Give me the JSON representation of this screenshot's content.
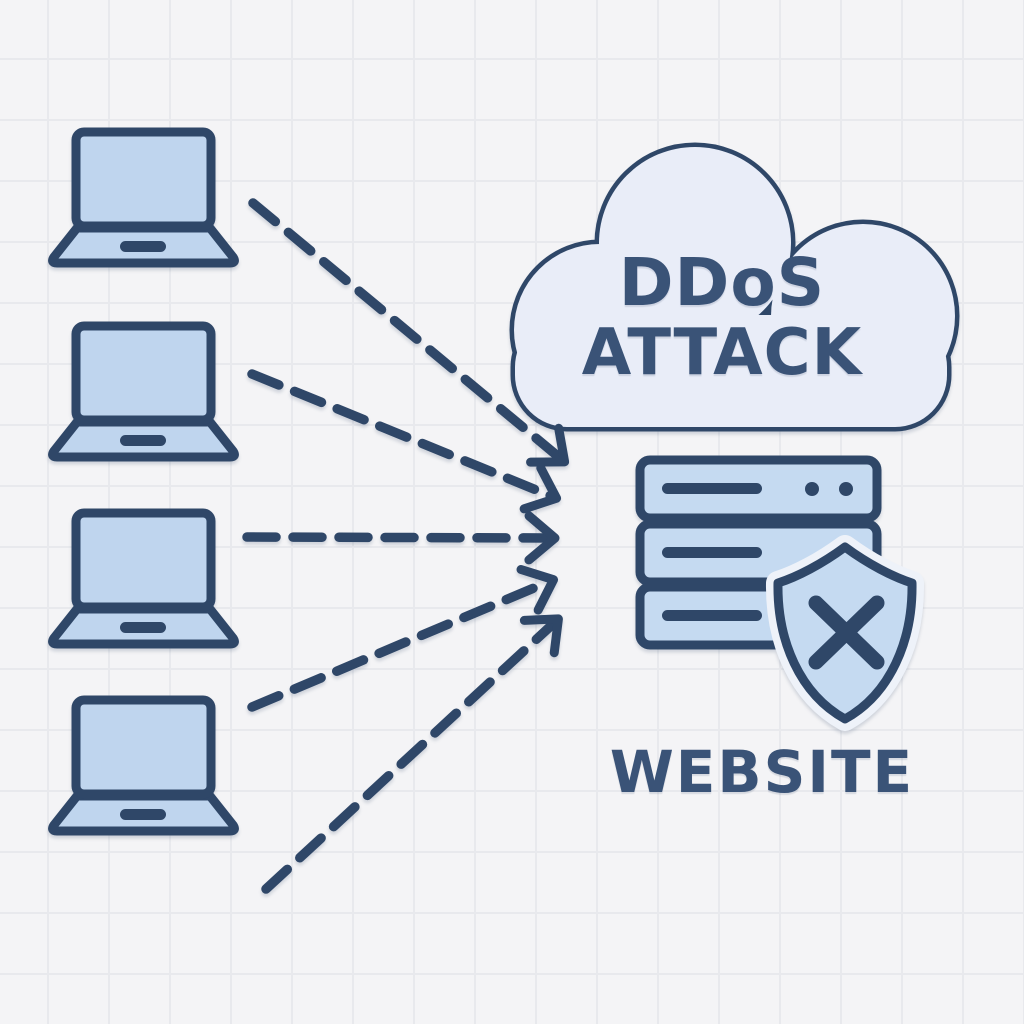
{
  "diagram": {
    "cloud_label": {
      "line1": "DDoS",
      "line2": "ATTACK"
    },
    "target_label": "WEBSITE",
    "attacker_laptop_count": 4,
    "attack_arrow_count": 5
  },
  "icons": [
    "laptop-icon",
    "attack-arrow",
    "ddos-cloud-icon",
    "server-icon",
    "shield-icon",
    "x-icon"
  ],
  "colors": {
    "background": "#F4F4F6",
    "grid_line": "#E8E9ED",
    "outline_navy": "#2F4768",
    "text_navy": "#3A5377",
    "laptop_fill": "#BFD5EE",
    "server_fill": "#C5DAF1",
    "cloud_fill": "#E9EDF8",
    "halo": "#EEF2F9"
  }
}
